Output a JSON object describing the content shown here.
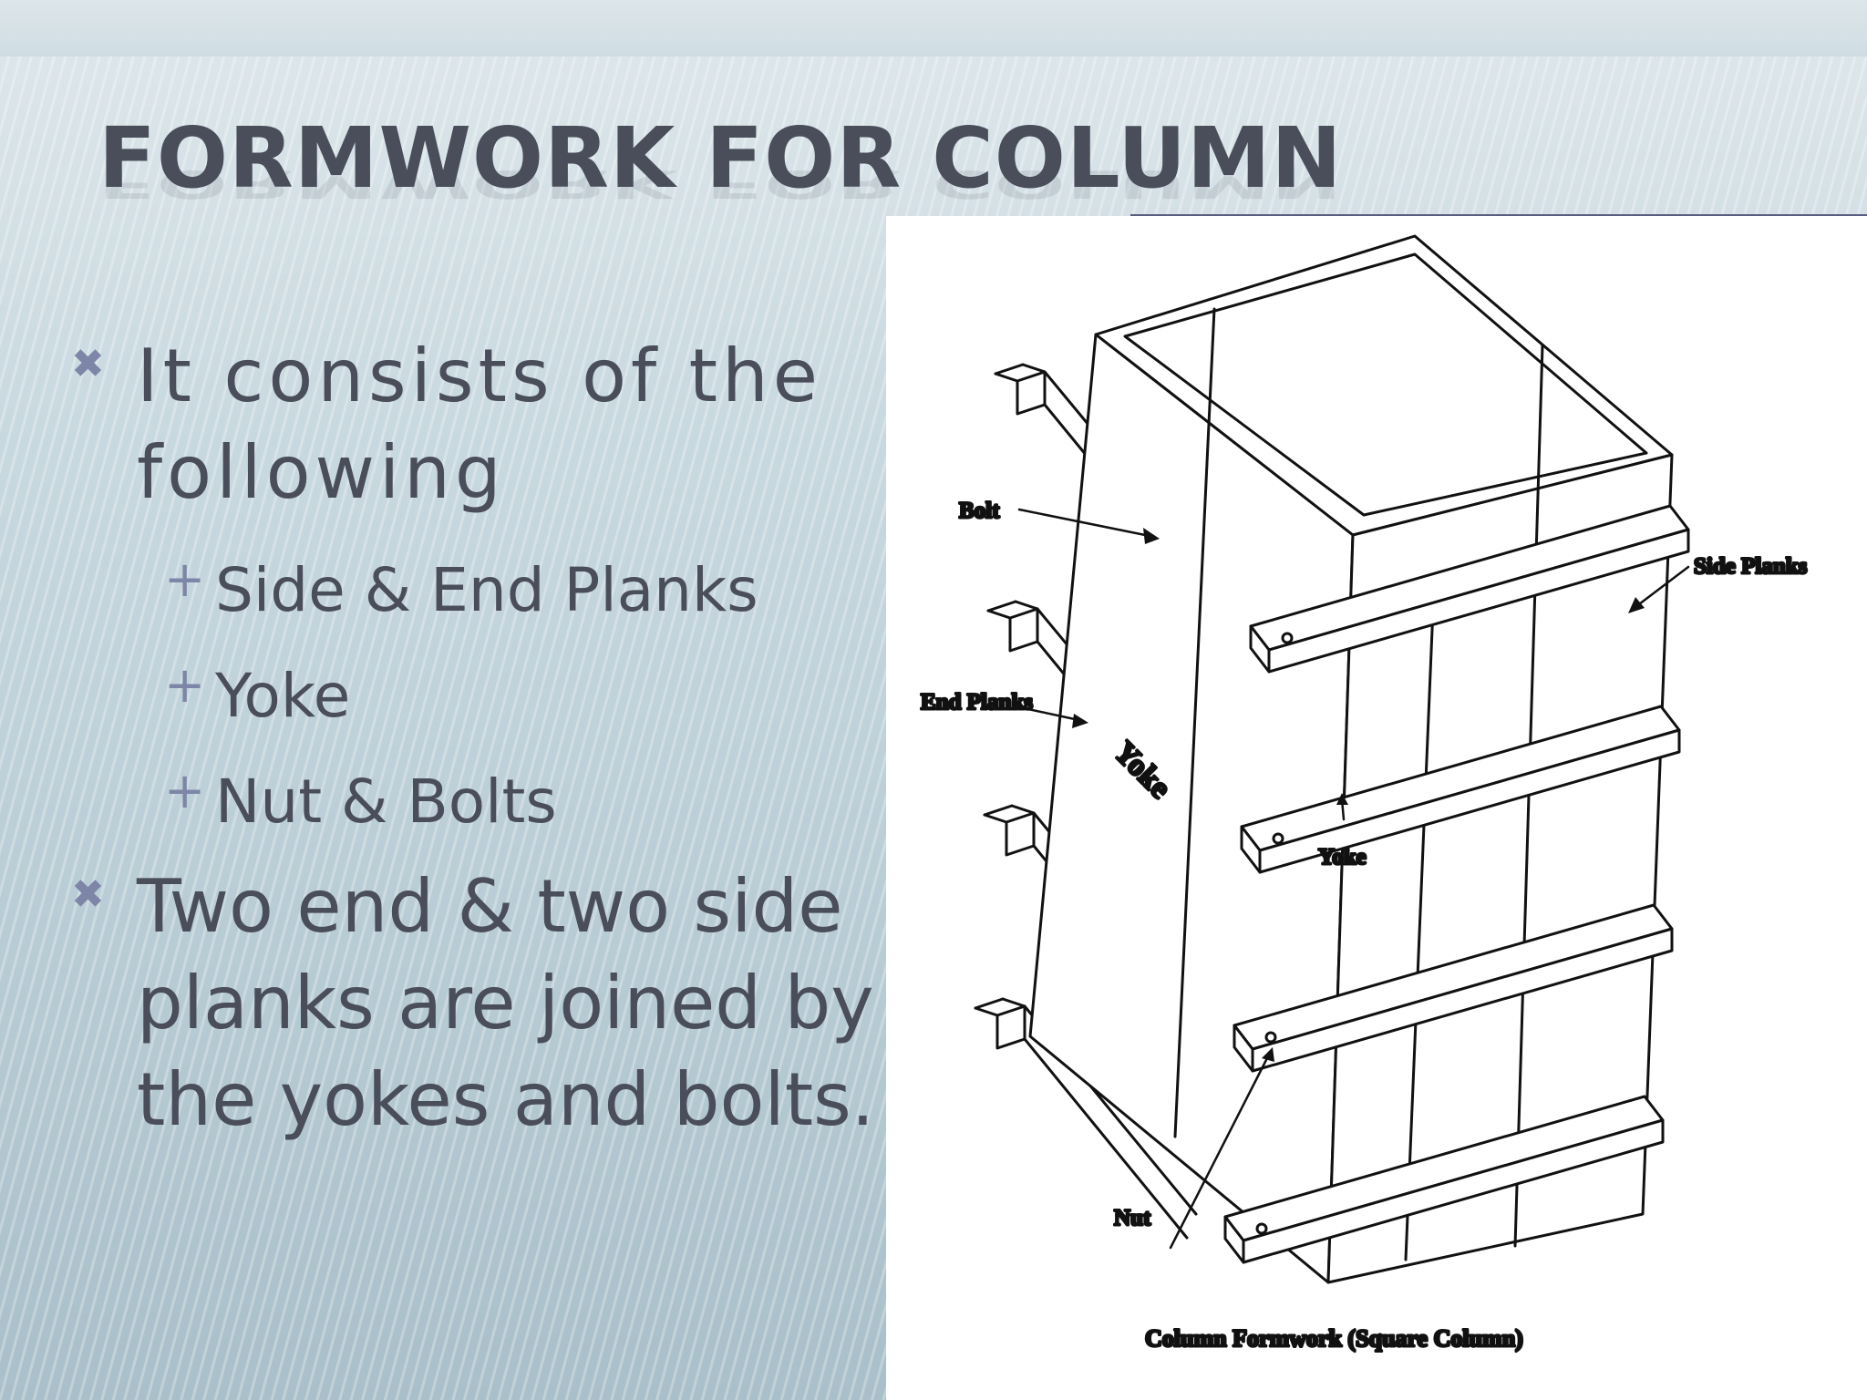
{
  "slide": {
    "title": "FORMWORK FOR COLUMN",
    "bullets": [
      {
        "text": "It consists of the following",
        "sub_items": [
          "Side & End Planks",
          "Yoke",
          "Nut & Bolts"
        ]
      },
      {
        "text": "Two end & two side planks are joined by the yokes and bolts.",
        "sub_items": []
      }
    ],
    "bullet_icon": "x-mark-icon",
    "sub_bullet_icon": "plus-icon"
  },
  "diagram": {
    "labels": {
      "bolt": "Bolt",
      "side_planks": "Side Planks",
      "end_planks": "End Planks",
      "yoke_side": "Yoke",
      "yoke_end": "Yoke",
      "nut": "Nut"
    },
    "caption": "Column Formwork (Square Column)"
  },
  "colors": {
    "title_text": "#4a4d5a",
    "bullet_marker": "#7e86a8",
    "title_rule": "#5a5e7e",
    "panel_background": "#ffffff"
  }
}
